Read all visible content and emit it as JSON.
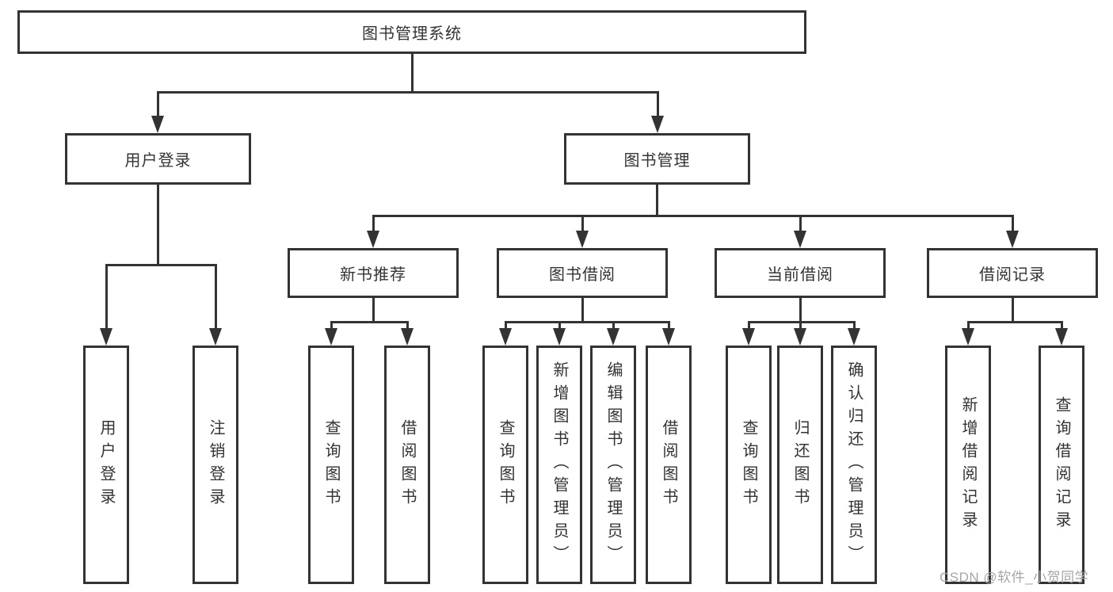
{
  "title": "图书管理系统",
  "level2": [
    {
      "label": "用户登录"
    },
    {
      "label": "图书管理"
    }
  ],
  "level3": [
    {
      "label": "新书推荐"
    },
    {
      "label": "图书借阅"
    },
    {
      "label": "当前借阅"
    },
    {
      "label": "借阅记录"
    }
  ],
  "leaves": [
    {
      "label": "用户登录"
    },
    {
      "label": "注销登录"
    },
    {
      "label": "查询图书"
    },
    {
      "label": "借阅图书"
    },
    {
      "label": "查询图书"
    },
    {
      "label": "新增图书（管理员）"
    },
    {
      "label": "编辑图书（管理员）"
    },
    {
      "label": "借阅图书"
    },
    {
      "label": "查询图书"
    },
    {
      "label": "归还图书"
    },
    {
      "label": "确认归还（管理员）"
    },
    {
      "label": "新增借阅记录"
    },
    {
      "label": "查询借阅记录"
    }
  ],
  "watermark": {
    "text": "CSDN @软件_小贺同学"
  },
  "colors": {
    "line": "#333333",
    "text": "#333333",
    "watermark": "#a6a6a6",
    "box_fill": "#ffffff",
    "background": "#ffffff"
  }
}
